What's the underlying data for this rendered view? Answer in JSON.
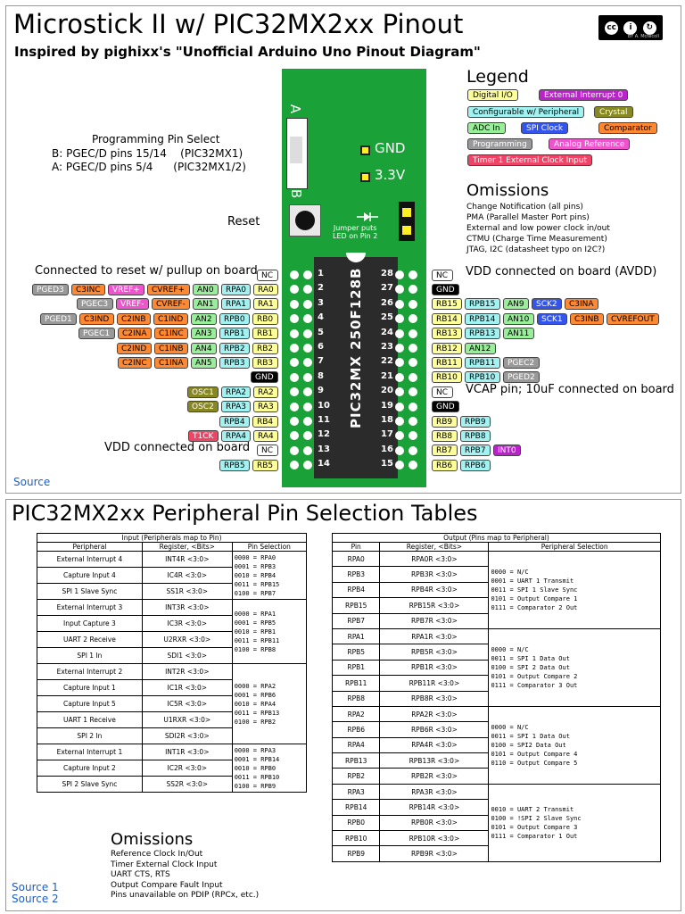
{
  "pinout": {
    "title": "Microstick II w/ PIC32MX2xx Pinout",
    "subtitle": "Inspired by pighixx's \"Unofficial Arduino Uno Pinout Diagram\"",
    "cc_credit": "BY A. McNicoll",
    "board_labels": {
      "a": "A",
      "b": "B",
      "gnd": "GND",
      "v33": "3.3V",
      "jumper": "Jumper puts\nLED on Pin 2",
      "chip": "PIC32MX 250F128B"
    },
    "prog_select": {
      "title": "Programming Pin Select",
      "b": "B: PGEC/D pins 15/14    (PIC32MX1)",
      "a": "A: PGEC/D pins 5/4      (PIC32MX1/2)"
    },
    "reset": "Reset",
    "notes": {
      "reset_pin": "Connected to reset w/ pullup on board",
      "avdd": "VDD connected on board (AVDD)",
      "vcap": "VCAP pin; 10uF connected on board",
      "vdd": "VDD connected on board"
    },
    "legend": {
      "title": "Legend",
      "items": [
        {
          "label": "Digital I/O",
          "cls": "c-dig"
        },
        {
          "label": "External Interrupt 0",
          "cls": "c-ext"
        },
        {
          "label": "Configurable w/ Peripheral",
          "cls": "c-cfg"
        },
        {
          "label": "Crystal",
          "cls": "c-cry"
        },
        {
          "label": "ADC In",
          "cls": "c-adc"
        },
        {
          "label": "SPI Clock",
          "cls": "c-spi"
        },
        {
          "label": "Comparator",
          "cls": "c-cmp"
        },
        {
          "label": "Programming",
          "cls": "c-prg"
        },
        {
          "label": "Analog Reference",
          "cls": "c-ana"
        },
        {
          "label": "Timer 1 External Clock Input",
          "cls": "c-t1"
        }
      ]
    },
    "omissions": {
      "title": "Omissions",
      "items": [
        "Change Notification (all pins)",
        "PMA (Parallel Master Port pins)",
        "External and low power clock in/out",
        "CTMU (Charge Time Measurement)",
        "JTAG, I2C (datasheet typo on I2C?)"
      ]
    },
    "left_pins": [
      {
        "num": "1",
        "tags": [
          {
            "t": "NC",
            "c": "c-nc"
          }
        ]
      },
      {
        "num": "2",
        "tags": [
          {
            "t": "PGED3",
            "c": "c-prg"
          },
          {
            "t": "C3INC",
            "c": "c-cmp"
          },
          {
            "t": "VREF+",
            "c": "c-ana"
          },
          {
            "t": "CVREF+",
            "c": "c-cmp"
          },
          {
            "t": "AN0",
            "c": "c-adc"
          },
          {
            "t": "RPA0",
            "c": "c-cfg"
          },
          {
            "t": "RA0",
            "c": "c-dig"
          }
        ]
      },
      {
        "num": "3",
        "tags": [
          {
            "t": "PGEC3",
            "c": "c-prg"
          },
          {
            "t": "VREF-",
            "c": "c-ana"
          },
          {
            "t": "CVREF-",
            "c": "c-cmp"
          },
          {
            "t": "AN1",
            "c": "c-adc"
          },
          {
            "t": "RPA1",
            "c": "c-cfg"
          },
          {
            "t": "RA1",
            "c": "c-dig"
          }
        ]
      },
      {
        "num": "4",
        "tags": [
          {
            "t": "PGED1",
            "c": "c-prg"
          },
          {
            "t": "C3IND",
            "c": "c-cmp"
          },
          {
            "t": "C2INB",
            "c": "c-cmp"
          },
          {
            "t": "C1IND",
            "c": "c-cmp"
          },
          {
            "t": "AN2",
            "c": "c-adc"
          },
          {
            "t": "RPB0",
            "c": "c-cfg"
          },
          {
            "t": "RB0",
            "c": "c-dig"
          }
        ]
      },
      {
        "num": "5",
        "tags": [
          {
            "t": "PGEC1",
            "c": "c-prg"
          },
          {
            "t": "C2INA",
            "c": "c-cmp"
          },
          {
            "t": "C1INC",
            "c": "c-cmp"
          },
          {
            "t": "AN3",
            "c": "c-adc"
          },
          {
            "t": "RPB1",
            "c": "c-cfg"
          },
          {
            "t": "RB1",
            "c": "c-dig"
          }
        ]
      },
      {
        "num": "6",
        "tags": [
          {
            "t": "C2IND",
            "c": "c-cmp"
          },
          {
            "t": "C1INB",
            "c": "c-cmp"
          },
          {
            "t": "AN4",
            "c": "c-adc"
          },
          {
            "t": "RPB2",
            "c": "c-cfg"
          },
          {
            "t": "RB2",
            "c": "c-dig"
          }
        ]
      },
      {
        "num": "7",
        "tags": [
          {
            "t": "C2INC",
            "c": "c-cmp"
          },
          {
            "t": "C1INA",
            "c": "c-cmp"
          },
          {
            "t": "AN5",
            "c": "c-adc"
          },
          {
            "t": "RPB3",
            "c": "c-cfg"
          },
          {
            "t": "RB3",
            "c": "c-dig"
          }
        ]
      },
      {
        "num": "8",
        "tags": [
          {
            "t": "GND",
            "c": "c-gnd"
          }
        ]
      },
      {
        "num": "9",
        "tags": [
          {
            "t": "OSC1",
            "c": "c-cry"
          },
          {
            "t": "RPA2",
            "c": "c-cfg"
          },
          {
            "t": "RA2",
            "c": "c-dig"
          }
        ]
      },
      {
        "num": "10",
        "tags": [
          {
            "t": "OSC2",
            "c": "c-cry"
          },
          {
            "t": "RPA3",
            "c": "c-cfg"
          },
          {
            "t": "RA3",
            "c": "c-dig"
          }
        ]
      },
      {
        "num": "11",
        "tags": [
          {
            "t": "RPB4",
            "c": "c-cfg"
          },
          {
            "t": "RB4",
            "c": "c-dig"
          }
        ]
      },
      {
        "num": "12",
        "tags": [
          {
            "t": "T1CK",
            "c": "c-t1"
          },
          {
            "t": "RPA4",
            "c": "c-cfg"
          },
          {
            "t": "RA4",
            "c": "c-dig"
          }
        ]
      },
      {
        "num": "13",
        "tags": [
          {
            "t": "NC",
            "c": "c-nc"
          }
        ]
      },
      {
        "num": "14",
        "tags": [
          {
            "t": "RPB5",
            "c": "c-cfg"
          },
          {
            "t": "RB5",
            "c": "c-dig"
          }
        ]
      }
    ],
    "right_pins": [
      {
        "num": "28",
        "tags": [
          {
            "t": "NC",
            "c": "c-nc"
          }
        ]
      },
      {
        "num": "27",
        "tags": [
          {
            "t": "GND",
            "c": "c-gnd"
          }
        ]
      },
      {
        "num": "26",
        "tags": [
          {
            "t": "RB15",
            "c": "c-dig"
          },
          {
            "t": "RPB15",
            "c": "c-cfg"
          },
          {
            "t": "AN9",
            "c": "c-adc"
          },
          {
            "t": "SCK2",
            "c": "c-spi"
          },
          {
            "t": "C3INA",
            "c": "c-cmp"
          }
        ]
      },
      {
        "num": "25",
        "tags": [
          {
            "t": "RB14",
            "c": "c-dig"
          },
          {
            "t": "RPB14",
            "c": "c-cfg"
          },
          {
            "t": "AN10",
            "c": "c-adc"
          },
          {
            "t": "SCK1",
            "c": "c-spi"
          },
          {
            "t": "C3INB",
            "c": "c-cmp"
          },
          {
            "t": "CVREFOUT",
            "c": "c-cmp"
          }
        ]
      },
      {
        "num": "24",
        "tags": [
          {
            "t": "RB13",
            "c": "c-dig"
          },
          {
            "t": "RPB13",
            "c": "c-cfg"
          },
          {
            "t": "AN11",
            "c": "c-adc"
          }
        ]
      },
      {
        "num": "23",
        "tags": [
          {
            "t": "RB12",
            "c": "c-dig"
          },
          {
            "t": "AN12",
            "c": "c-adc"
          }
        ]
      },
      {
        "num": "22",
        "tags": [
          {
            "t": "RB11",
            "c": "c-dig"
          },
          {
            "t": "RPB11",
            "c": "c-cfg"
          },
          {
            "t": "PGEC2",
            "c": "c-prg"
          }
        ]
      },
      {
        "num": "21",
        "tags": [
          {
            "t": "RB10",
            "c": "c-dig"
          },
          {
            "t": "RPB10",
            "c": "c-cfg"
          },
          {
            "t": "PGED2",
            "c": "c-prg"
          }
        ]
      },
      {
        "num": "20",
        "tags": [
          {
            "t": "NC",
            "c": "c-nc"
          }
        ]
      },
      {
        "num": "19",
        "tags": [
          {
            "t": "GND",
            "c": "c-gnd"
          }
        ]
      },
      {
        "num": "18",
        "tags": [
          {
            "t": "RB9",
            "c": "c-dig"
          },
          {
            "t": "RPB9",
            "c": "c-cfg"
          }
        ]
      },
      {
        "num": "17",
        "tags": [
          {
            "t": "RB8",
            "c": "c-dig"
          },
          {
            "t": "RPB8",
            "c": "c-cfg"
          }
        ]
      },
      {
        "num": "16",
        "tags": [
          {
            "t": "RB7",
            "c": "c-dig"
          },
          {
            "t": "RPB7",
            "c": "c-cfg"
          },
          {
            "t": "INT0",
            "c": "c-ext"
          }
        ]
      },
      {
        "num": "15",
        "tags": [
          {
            "t": "RB6",
            "c": "c-dig"
          },
          {
            "t": "RPB6",
            "c": "c-cfg"
          }
        ]
      }
    ],
    "source_link": "Source"
  },
  "pps": {
    "title": "PIC32MX2xx Peripheral Pin Selection Tables",
    "input": {
      "caption": "Input (Peripherals map to Pin)",
      "headers": [
        "Peripheral",
        "Register, <Bits>",
        "Pin Selection"
      ],
      "groups": [
        {
          "rows": [
            [
              "External Interrupt 4",
              "INT4R <3:0>"
            ],
            [
              "Capture Input 4",
              "IC4R <3:0>"
            ],
            [
              "SPI 1 Slave Sync",
              "SS1R <3:0>"
            ]
          ],
          "code": [
            "0000 = RPA0",
            "0001 = RPB3",
            "0010 = RPB4",
            "0011 = RPB15",
            "0100 = RPB7"
          ]
        },
        {
          "rows": [
            [
              "External Interrupt 3",
              "INT3R <3:0>"
            ],
            [
              "Input Capture 3",
              "IC3R <3:0>"
            ],
            [
              "UART 2 Receive",
              "U2RXR <3:0>"
            ],
            [
              "SPI 1 In",
              "SDI1 <3:0>"
            ]
          ],
          "code": [
            "0000 = RPA1",
            "0001 = RPB5",
            "0010 = RPB1",
            "0011 = RPB11",
            "0100 = RPB8"
          ]
        },
        {
          "rows": [
            [
              "External Interrupt 2",
              "INT2R <3:0>"
            ],
            [
              "Capture Input 1",
              "IC1R <3:0>"
            ],
            [
              "Capture Input 5",
              "IC5R <3:0>"
            ],
            [
              "UART 1 Receive",
              "U1RXR <3:0>"
            ],
            [
              "SPI 2 In",
              "SDI2R <3:0>"
            ]
          ],
          "code": [
            "0000 = RPA2",
            "0001 = RPB6",
            "0010 = RPA4",
            "0011 = RPB13",
            "0100 = RPB2"
          ]
        },
        {
          "rows": [
            [
              "External Interrupt 1",
              "INT1R <3:0>"
            ],
            [
              "Capture Input 2",
              "IC2R <3:0>"
            ],
            [
              "SPI 2 Slave Sync",
              "SS2R <3:0>"
            ]
          ],
          "code": [
            "0000 = RPA3",
            "0001 = RPB14",
            "0010 = RPB0",
            "0011 = RPB10",
            "0100 = RPB9"
          ]
        }
      ]
    },
    "output": {
      "caption": "Output (Pins map to Peripheral)",
      "headers": [
        "Pin",
        "Register, <Bits>",
        "Peripheral Selection"
      ],
      "groups": [
        {
          "rows": [
            [
              "RPA0",
              "RPA0R <3:0>"
            ],
            [
              "RPB3",
              "RPB3R <3:0>"
            ],
            [
              "RPB4",
              "RPB4R <3:0>"
            ],
            [
              "RPB15",
              "RPB15R <3:0>"
            ],
            [
              "RPB7",
              "RPB7R <3:0>"
            ]
          ],
          "code": [
            "0000 = N/C",
            "0001 = UART 1 Transmit",
            "0011 = SPI 1 Slave Sync",
            "0101 = Output Compare 1",
            "0111 = Comparator 2 Out"
          ]
        },
        {
          "rows": [
            [
              "RPA1",
              "RPA1R <3:0>"
            ],
            [
              "RPB5",
              "RPB5R <3:0>"
            ],
            [
              "RPB1",
              "RPB1R <3:0>"
            ],
            [
              "RPB11",
              "RPB11R <3:0>"
            ],
            [
              "RPB8",
              "RPB8R <3:0>"
            ]
          ],
          "code": [
            "0000 = N/C",
            "0011 = SPI 1 Data Out",
            "0100 = SPI 2 Data Out",
            "0101 = Output Compare 2",
            "0111 = Comparator 3 Out"
          ]
        },
        {
          "rows": [
            [
              "RPA2",
              "RPA2R <3:0>"
            ],
            [
              "RPB6",
              "RPB6R <3:0>"
            ],
            [
              "RPA4",
              "RPA4R <3:0>"
            ],
            [
              "RPB13",
              "RPB13R <3:0>"
            ],
            [
              "RPB2",
              "RPB2R <3:0>"
            ]
          ],
          "code": [
            "0000 = N/C",
            "0011 = SPI 1 Data Out",
            "0100 = SPI2 Data Out",
            "0101 = Output Compare 4",
            "0110 = Output Compare 5"
          ]
        },
        {
          "rows": [
            [
              "RPA3",
              "RPA3R <3:0>"
            ],
            [
              "RPB14",
              "RPB14R <3:0>"
            ],
            [
              "RPB0",
              "RPB0R <3:0>"
            ],
            [
              "RPB10",
              "RPB10R <3:0>"
            ],
            [
              "RPB9",
              "RPB9R <3:0>"
            ]
          ],
          "code": [
            "0010 = UART 2 Transmit",
            "0100 = !SPI 2 Slave Sync",
            "0101 = Output Compare 3",
            "0111 = Comparator 1 Out"
          ]
        }
      ]
    },
    "omissions": {
      "title": "Omissions",
      "items": [
        "Reference Clock In/Out",
        "Timer External Clock Input",
        "UART CTS, RTS",
        "Output Compare Fault Input",
        "Pins unavailable on PDIP (RPCx, etc.)"
      ]
    },
    "sources": [
      "Source 1",
      "Source 2"
    ]
  }
}
